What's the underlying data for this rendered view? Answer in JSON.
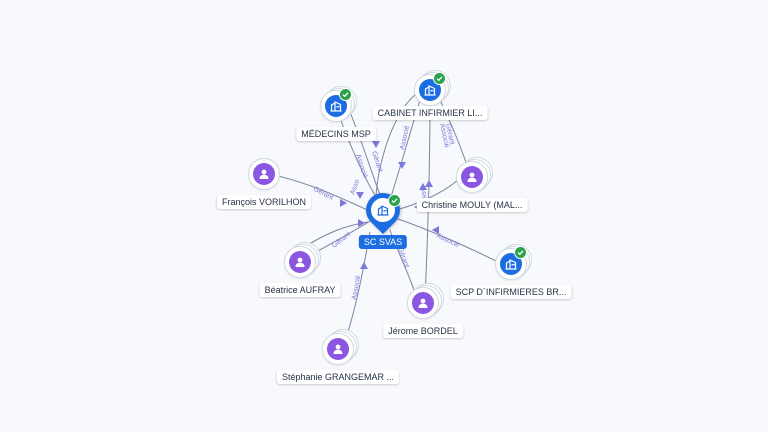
{
  "colors": {
    "person": "#8a56e2",
    "company": "#1c6de2",
    "verified": "#2aa24a",
    "edge": "#7b86a3",
    "edge_label": "#7a78d8"
  },
  "center": {
    "label": "SC SVAS",
    "icon": "building-icon",
    "verified": true
  },
  "nodes": [
    {
      "id": "medecins",
      "label": "MÉDECINS MSP",
      "kind": "company",
      "icon": "building-icon",
      "verified": true
    },
    {
      "id": "cabinet",
      "label": "CABINET INFIRMIER LI...",
      "kind": "company",
      "icon": "building-icon",
      "verified": true
    },
    {
      "id": "francois",
      "label": "François VORILHON",
      "kind": "person",
      "icon": "person-icon",
      "verified": false
    },
    {
      "id": "christine",
      "label": "Christine MOULY (MAL...",
      "kind": "person",
      "icon": "person-icon",
      "verified": false
    },
    {
      "id": "beatrice",
      "label": "Béatrice AUFRAY",
      "kind": "person",
      "icon": "person-icon",
      "verified": false
    },
    {
      "id": "scp",
      "label": "SCP D`INFIRMIERES BR...",
      "kind": "company",
      "icon": "building-icon",
      "verified": true
    },
    {
      "id": "jerome",
      "label": "Jérome BORDEL",
      "kind": "person",
      "icon": "person-icon",
      "verified": false
    },
    {
      "id": "stephanie",
      "label": "Stéphanie GRANGEMAR ...",
      "kind": "person",
      "icon": "person-icon",
      "verified": false
    }
  ],
  "edges": [
    {
      "from": "medecins",
      "labels": [
        "Associé",
        "Gérant"
      ]
    },
    {
      "from": "cabinet",
      "labels": [
        "Associé",
        "Gérant",
        "Associé"
      ]
    },
    {
      "from": "francois",
      "labels": [
        "Gérant",
        "Asso"
      ]
    },
    {
      "from": "christine",
      "labels": [
        "Asso"
      ]
    },
    {
      "from": "beatrice",
      "labels": [
        "Gérant"
      ]
    },
    {
      "from": "scp",
      "labels": [
        "Associé"
      ]
    },
    {
      "from": "jerome",
      "labels": [
        "Gérant"
      ]
    },
    {
      "from": "stephanie",
      "labels": [
        "Associé"
      ]
    }
  ]
}
